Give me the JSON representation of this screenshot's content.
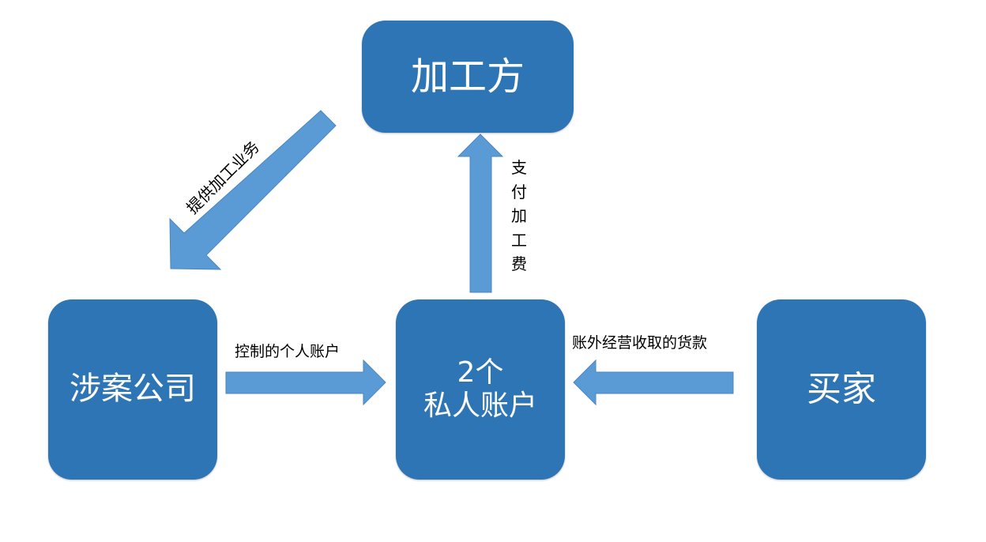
{
  "colors": {
    "node_fill": "#2e75b6",
    "arrow_fill": "#5b9bd5",
    "text_on_node": "#ffffff",
    "label_text": "#000000"
  },
  "nodes": {
    "processor": {
      "label": "加工方"
    },
    "company": {
      "label": "涉案公司"
    },
    "accounts": {
      "line1": "2个",
      "line2": "私人账户"
    },
    "buyer": {
      "label": "买家"
    }
  },
  "edges": {
    "processor_to_company": {
      "label": "提供加工业务"
    },
    "accounts_to_processor": {
      "label": "支付加工费"
    },
    "company_to_accounts": {
      "label": "控制的个人账户"
    },
    "buyer_to_accounts": {
      "label": "账外经营收取的货款"
    }
  }
}
